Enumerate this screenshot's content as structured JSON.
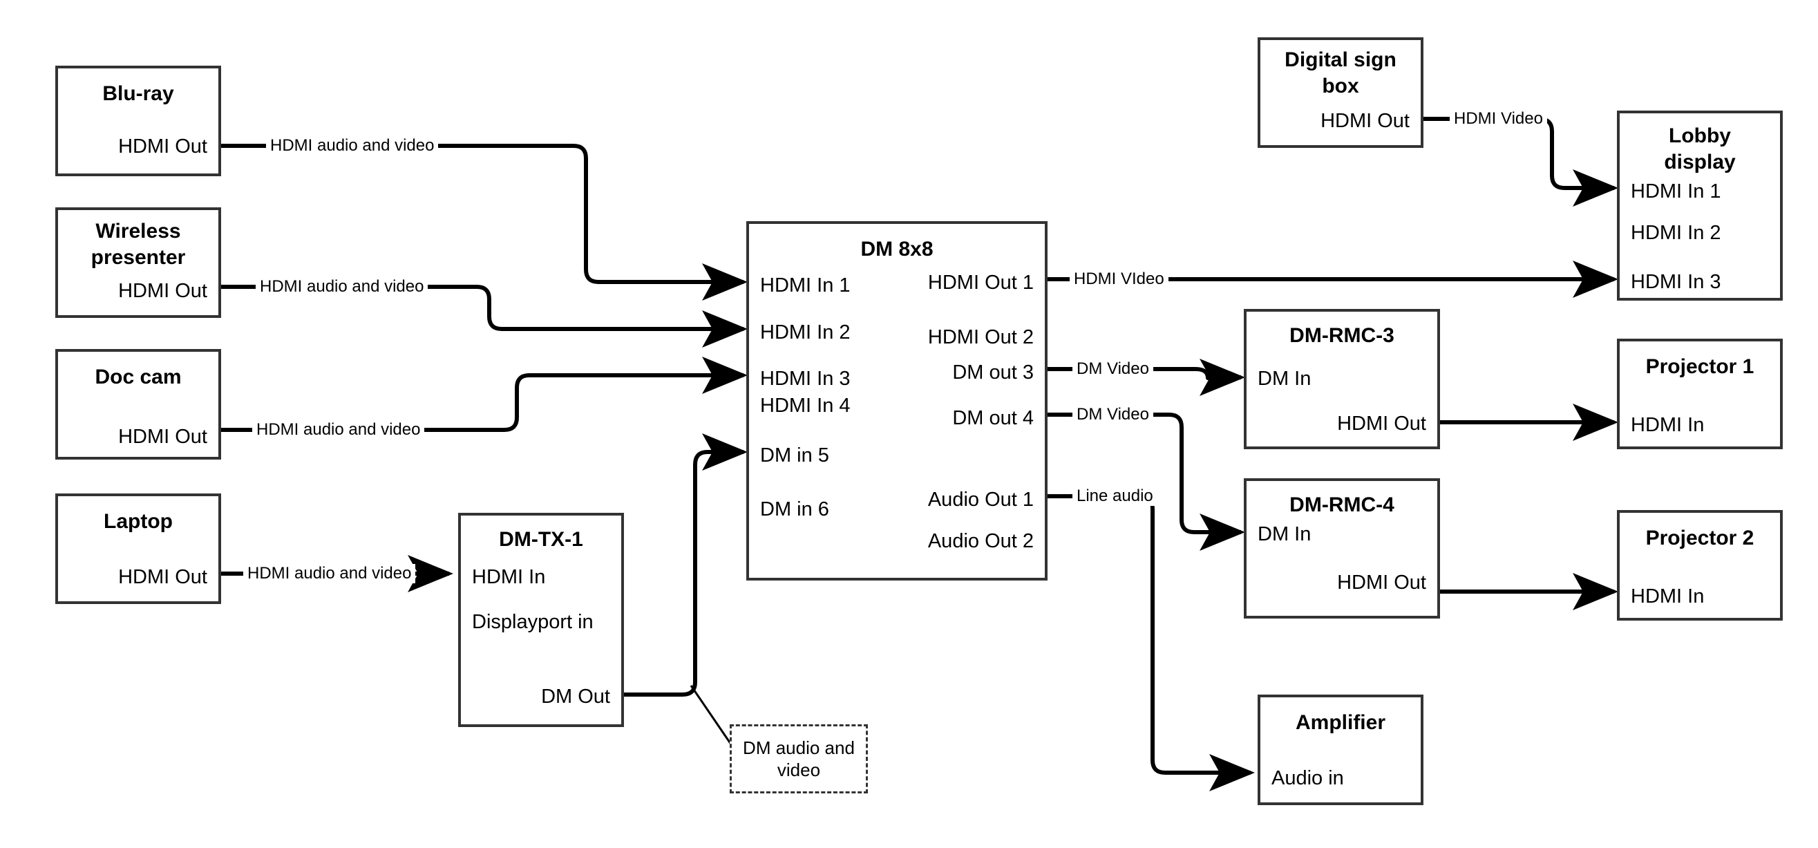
{
  "diagram": {
    "title": "AV signal flow diagram",
    "stroke_color": "#333333",
    "wire_color": "#000000",
    "background": "#ffffff"
  },
  "nodes": {
    "bluray": {
      "title": "Blu-ray",
      "ports": [
        {
          "label": "HDMI Out",
          "side": "right"
        }
      ]
    },
    "wireless": {
      "title": "Wireless\npresenter",
      "title_line1": "Wireless",
      "title_line2": "presenter",
      "ports": [
        {
          "label": "HDMI Out",
          "side": "right"
        }
      ]
    },
    "doccam": {
      "title": "Doc cam",
      "ports": [
        {
          "label": "HDMI Out",
          "side": "right"
        }
      ]
    },
    "laptop": {
      "title": "Laptop",
      "ports": [
        {
          "label": "HDMI Out",
          "side": "right"
        }
      ]
    },
    "dmtx1": {
      "title": "DM-TX-1",
      "ports": [
        {
          "label": "HDMI In",
          "side": "left"
        },
        {
          "label": "Displayport in",
          "side": "left"
        },
        {
          "label": "DM Out",
          "side": "right"
        }
      ]
    },
    "dm8x8": {
      "title": "DM 8x8",
      "inputs": [
        "HDMI In 1",
        "HDMI In 2",
        "HDMI In 3",
        "HDMI In 4",
        "DM in 5",
        "DM in 6"
      ],
      "outputs": [
        "HDMI Out 1",
        "HDMI Out 2",
        "DM out 3",
        "DM out 4",
        "Audio Out 1",
        "Audio Out 2"
      ]
    },
    "digitalsign": {
      "title_line1": "Digital sign",
      "title_line2": "box",
      "ports": [
        {
          "label": "HDMI Out",
          "side": "right"
        }
      ]
    },
    "lobby": {
      "title_line1": "Lobby",
      "title_line2": "display",
      "ports": [
        {
          "label": "HDMI In 1",
          "side": "left"
        },
        {
          "label": "HDMI In 2",
          "side": "left"
        },
        {
          "label": "HDMI In 3",
          "side": "left"
        }
      ]
    },
    "rmc3": {
      "title": "DM-RMC-3",
      "ports": [
        {
          "label": "DM In",
          "side": "left"
        },
        {
          "label": "HDMI Out",
          "side": "right"
        }
      ]
    },
    "rmc4": {
      "title": "DM-RMC-4",
      "ports": [
        {
          "label": "DM In",
          "side": "left"
        },
        {
          "label": "HDMI Out",
          "side": "right"
        }
      ]
    },
    "projector1": {
      "title": "Projector 1",
      "ports": [
        {
          "label": "HDMI In",
          "side": "left"
        }
      ]
    },
    "projector2": {
      "title": "Projector 2",
      "ports": [
        {
          "label": "HDMI In",
          "side": "left"
        }
      ]
    },
    "amplifier": {
      "title": "Amplifier",
      "ports": [
        {
          "label": "Audio in",
          "side": "left"
        }
      ]
    }
  },
  "wire_labels": {
    "bluray_to_dm": "HDMI audio and video",
    "wireless_to_dm": "HDMI audio and video",
    "doccam_to_dm": "HDMI audio and video",
    "laptop_to_dmtx": "HDMI audio and video",
    "dmtx_to_dm": "DM audio and\nvideo",
    "dmtx_to_dm_line1": "DM audio and",
    "dmtx_to_dm_line2": "video",
    "dm_out1_to_lobby": "HDMI VIdeo",
    "dm_out3_to_rmc3": "DM Video",
    "dm_out4_to_rmc4": "DM Video",
    "dm_audio1_to_amp": "Line audio",
    "sign_to_lobby": "HDMI Video"
  }
}
